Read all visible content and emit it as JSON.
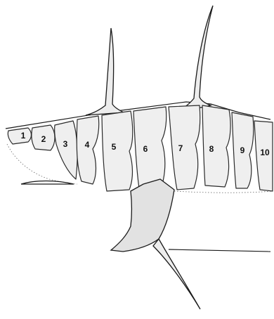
{
  "labels": [
    "1",
    "2",
    "3",
    "4",
    "5",
    "6",
    "7",
    "8",
    "9",
    "10"
  ]
}
